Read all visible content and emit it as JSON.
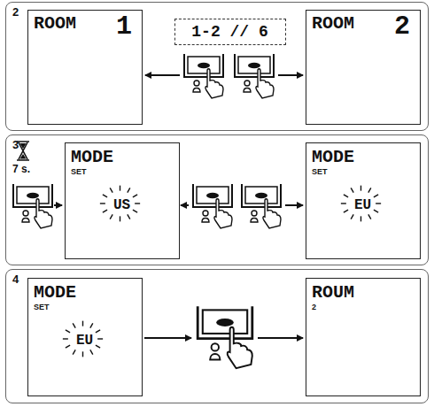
{
  "diagram": {
    "nodes": [
      {
        "text": [
          "2"
        ]
      },
      {
        "text": [
          "ROOM",
          "1"
        ],
        "in": 0
      },
      {
        "text": [
          "1-2 // 6"
        ],
        "in": 0
      },
      {
        "text": [
          "ROOM",
          "2"
        ],
        "in": 0
      },
      {
        "text": [
          "3"
        ]
      },
      {
        "text": [
          "MODE",
          "SET",
          "US"
        ],
        "in": 4
      },
      {
        "text": [
          "MODE",
          "SET",
          "EU"
        ],
        "in": 4
      },
      {
        "text": [
          "4"
        ]
      },
      {
        "text": [
          "MODE",
          "SET",
          "EU"
        ],
        "in": 7
      },
      {
        "text": [
          "ROUM",
          "2"
        ],
        "in": 7
      }
    ],
    "labels": [
      "7 s."
    ]
  }
}
